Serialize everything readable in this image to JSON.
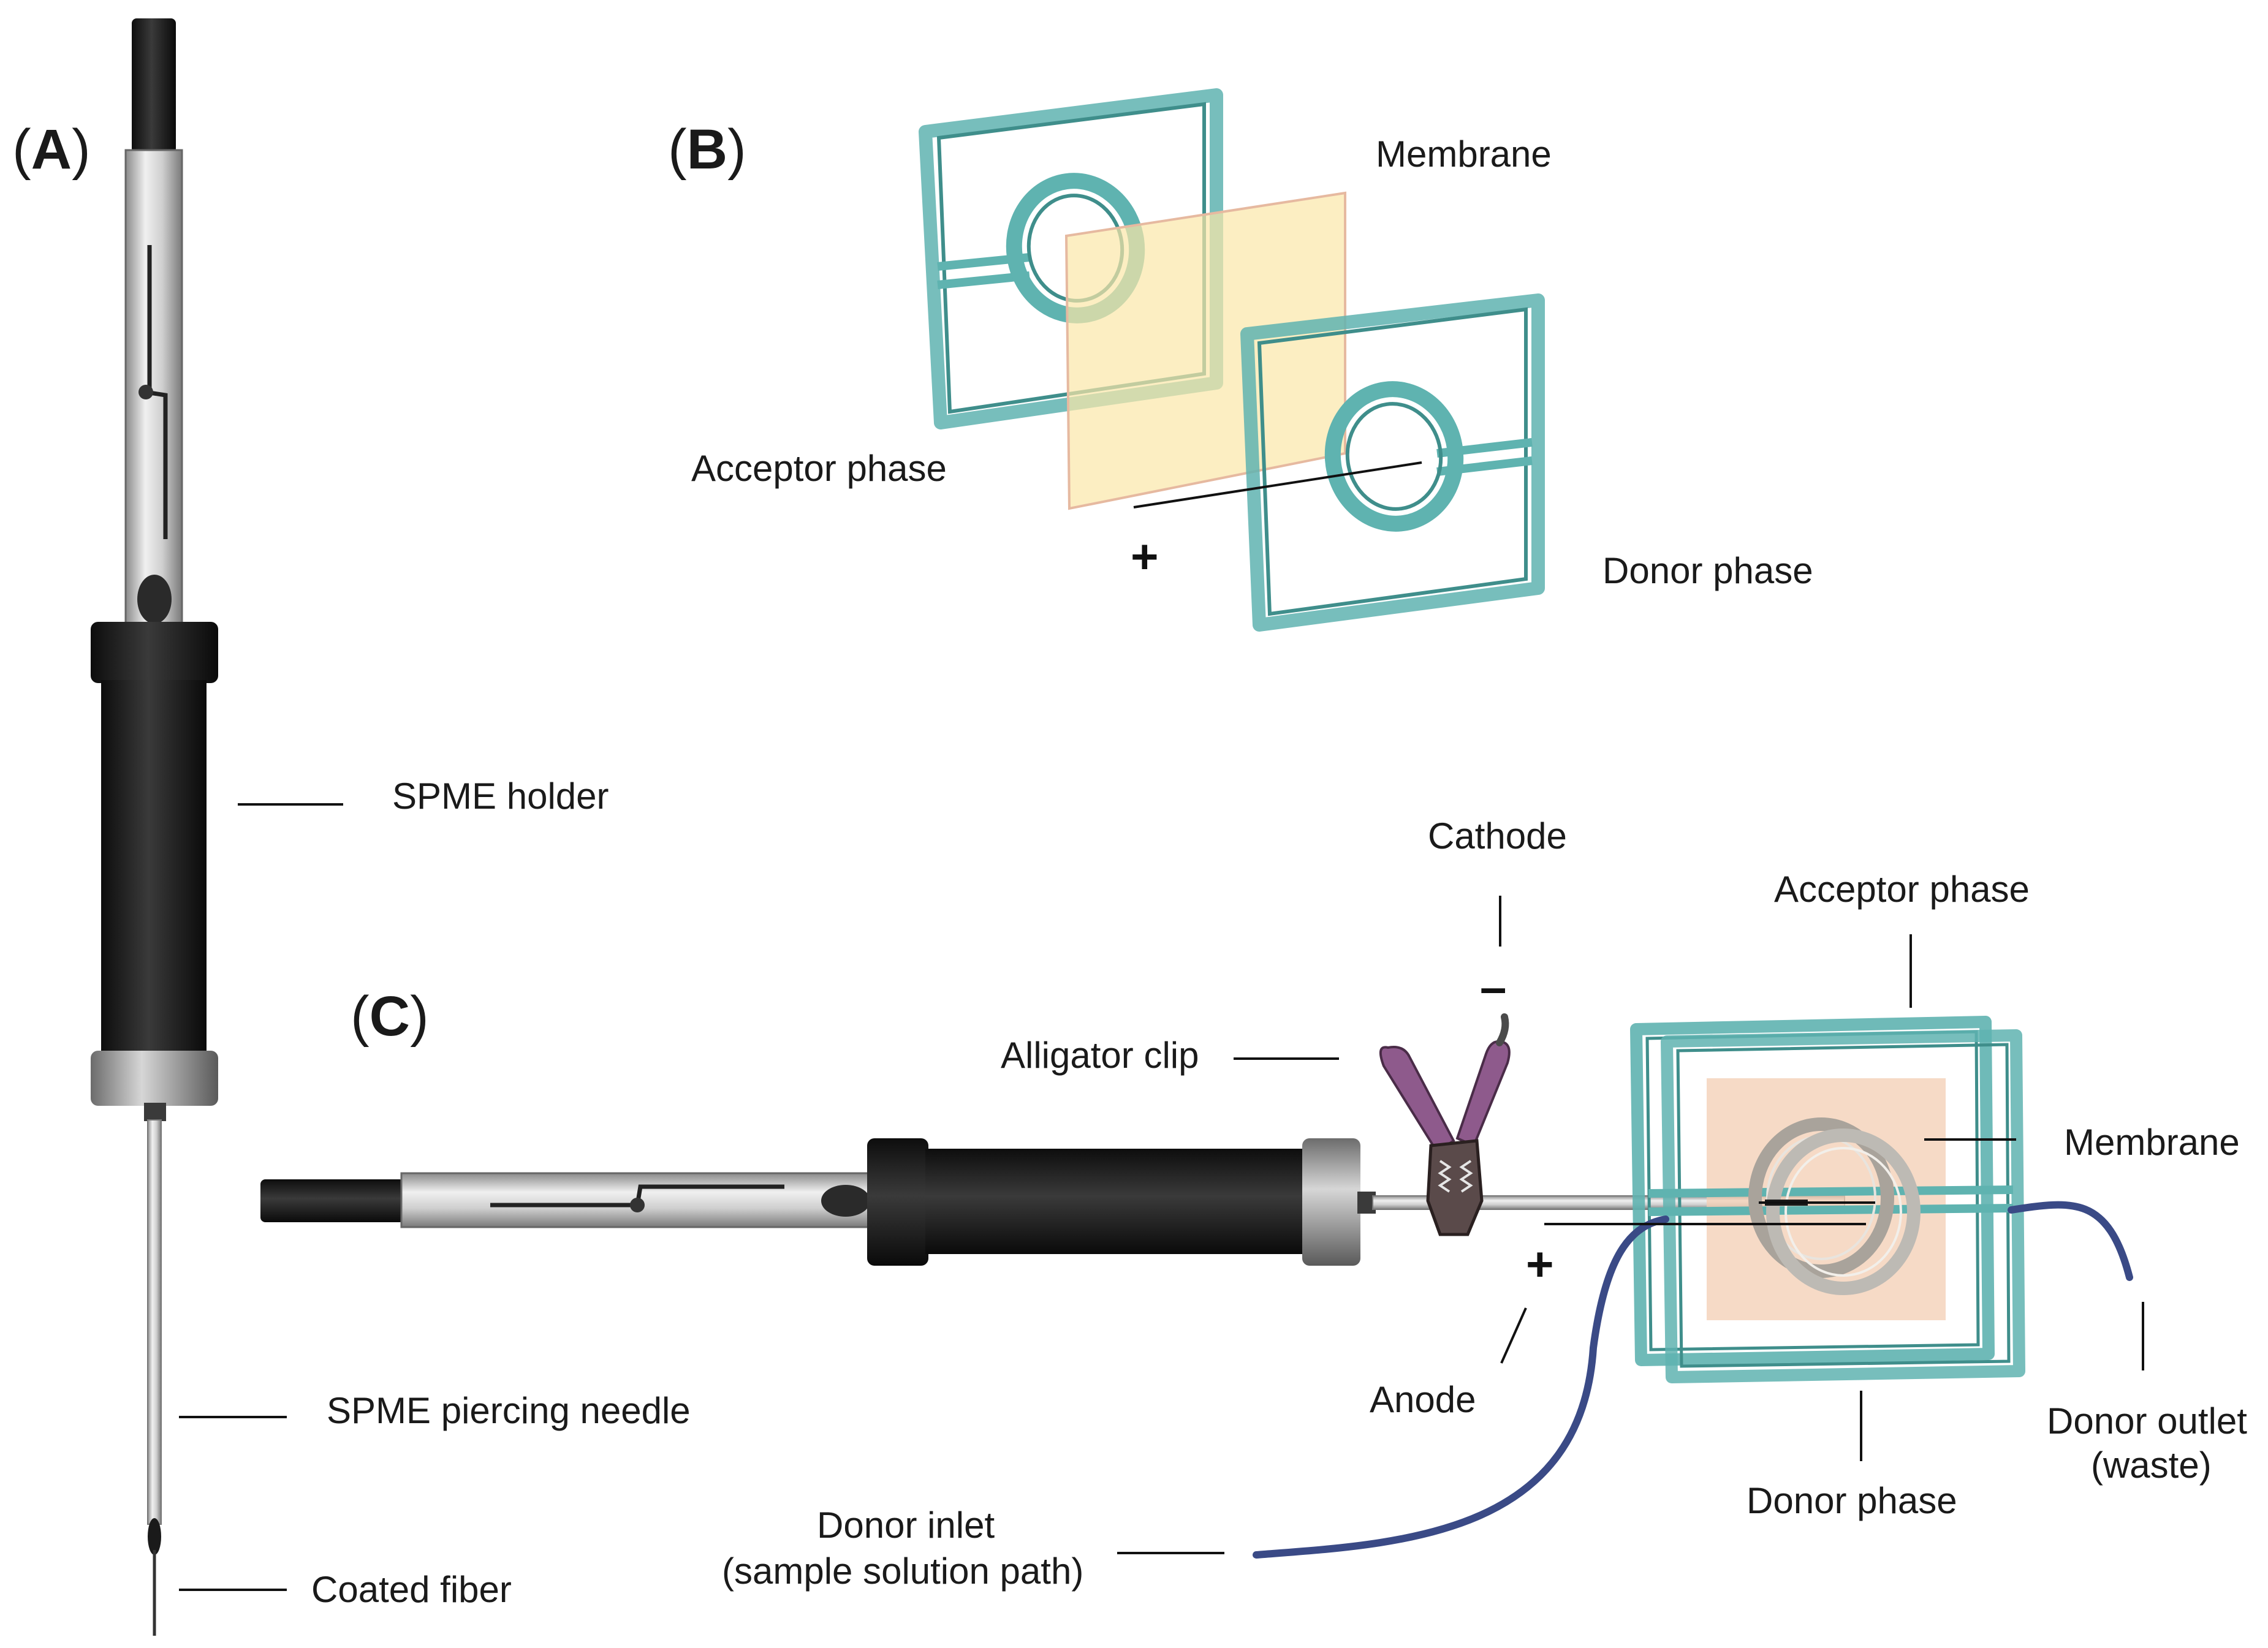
{
  "panels": {
    "a": {
      "open": "(",
      "letter": "A",
      "close": ")"
    },
    "b": {
      "open": "(",
      "letter": "B",
      "close": ")"
    },
    "c": {
      "open": "(",
      "letter": "C",
      "close": ")"
    }
  },
  "panel_a": {
    "spme_holder": "SPME holder",
    "piercing_needle": "SPME piercing needle",
    "coated_fiber": "Coated fiber"
  },
  "panel_b": {
    "membrane": "Membrane",
    "acceptor_phase": "Acceptor phase",
    "donor_phase": "Donor phase",
    "plus_sign": "+"
  },
  "panel_c": {
    "cathode": "Cathode",
    "minus_sign": "–",
    "alligator_clip": "Alligator clip",
    "acceptor_phase": "Acceptor phase",
    "membrane": "Membrane",
    "plus_sign": "+",
    "anode": "Anode",
    "donor_outlet_line1": "Donor outlet",
    "donor_outlet_line2": "(waste)",
    "donor_phase": "Donor phase",
    "donor_inlet_line1": "Donor inlet",
    "donor_inlet_line2": "(sample solution path)"
  },
  "colors": {
    "cell_frame": "#5fb3b0",
    "membrane_b": "#fbe7a8",
    "membrane_c": "#f3cdb3",
    "tubing": "#3a4a86",
    "clip_grip": "#8e5a8c",
    "holder_body": "#1c1c1c",
    "barrel": "#b9b9b9"
  }
}
